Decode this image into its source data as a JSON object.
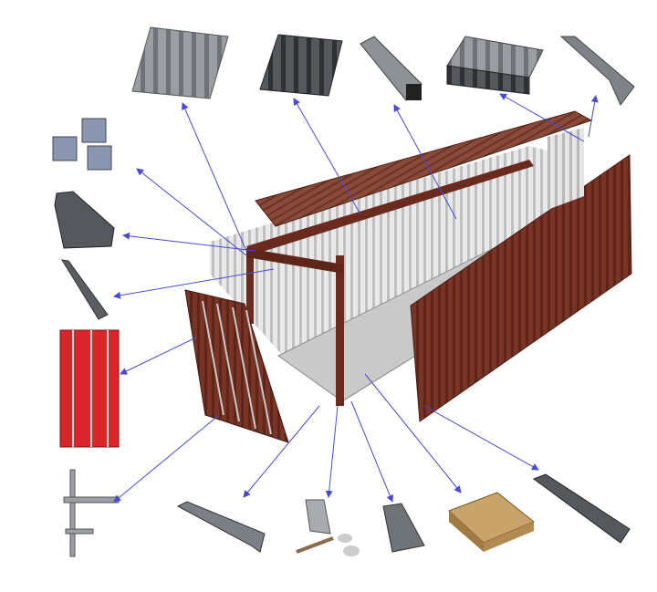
{
  "diagram": {
    "subject": "exploded-shipping-container",
    "colors": {
      "container_rust": "#7a3426",
      "roof": "#8a4a3a",
      "floor": "#c9c9c9",
      "arrow": "#4a4ad0",
      "steel": "#8e9296",
      "dark_steel": "#4a4d52",
      "red_door": "#d8262a",
      "plywood": "#c8a46a",
      "background": "#ffffff"
    },
    "parts": [
      {
        "id": "roof-panel-corrugated",
        "icon": "corrugated-panel-icon"
      },
      {
        "id": "roof-panel-dark",
        "icon": "dark-panel-icon"
      },
      {
        "id": "square-tube",
        "icon": "square-tube-icon"
      },
      {
        "id": "stacked-corrugated-sheets",
        "icon": "stacked-sheets-icon"
      },
      {
        "id": "top-angle-rail",
        "icon": "angle-profile-icon"
      },
      {
        "id": "corner-castings",
        "icon": "corner-casting-icon"
      },
      {
        "id": "plate-stack",
        "icon": "plate-stack-icon"
      },
      {
        "id": "angle-bar",
        "icon": "angle-bar-icon"
      },
      {
        "id": "door-panel",
        "icon": "red-door-icon"
      },
      {
        "id": "door-lock-bar",
        "icon": "lock-bar-icon"
      },
      {
        "id": "z-channel",
        "icon": "z-channel-icon"
      },
      {
        "id": "hinge-parts",
        "icon": "hinge-icon"
      },
      {
        "id": "bottom-channel",
        "icon": "channel-icon"
      },
      {
        "id": "plywood-floor",
        "icon": "plywood-icon"
      },
      {
        "id": "bottom-side-rail",
        "icon": "side-rail-icon"
      }
    ]
  }
}
